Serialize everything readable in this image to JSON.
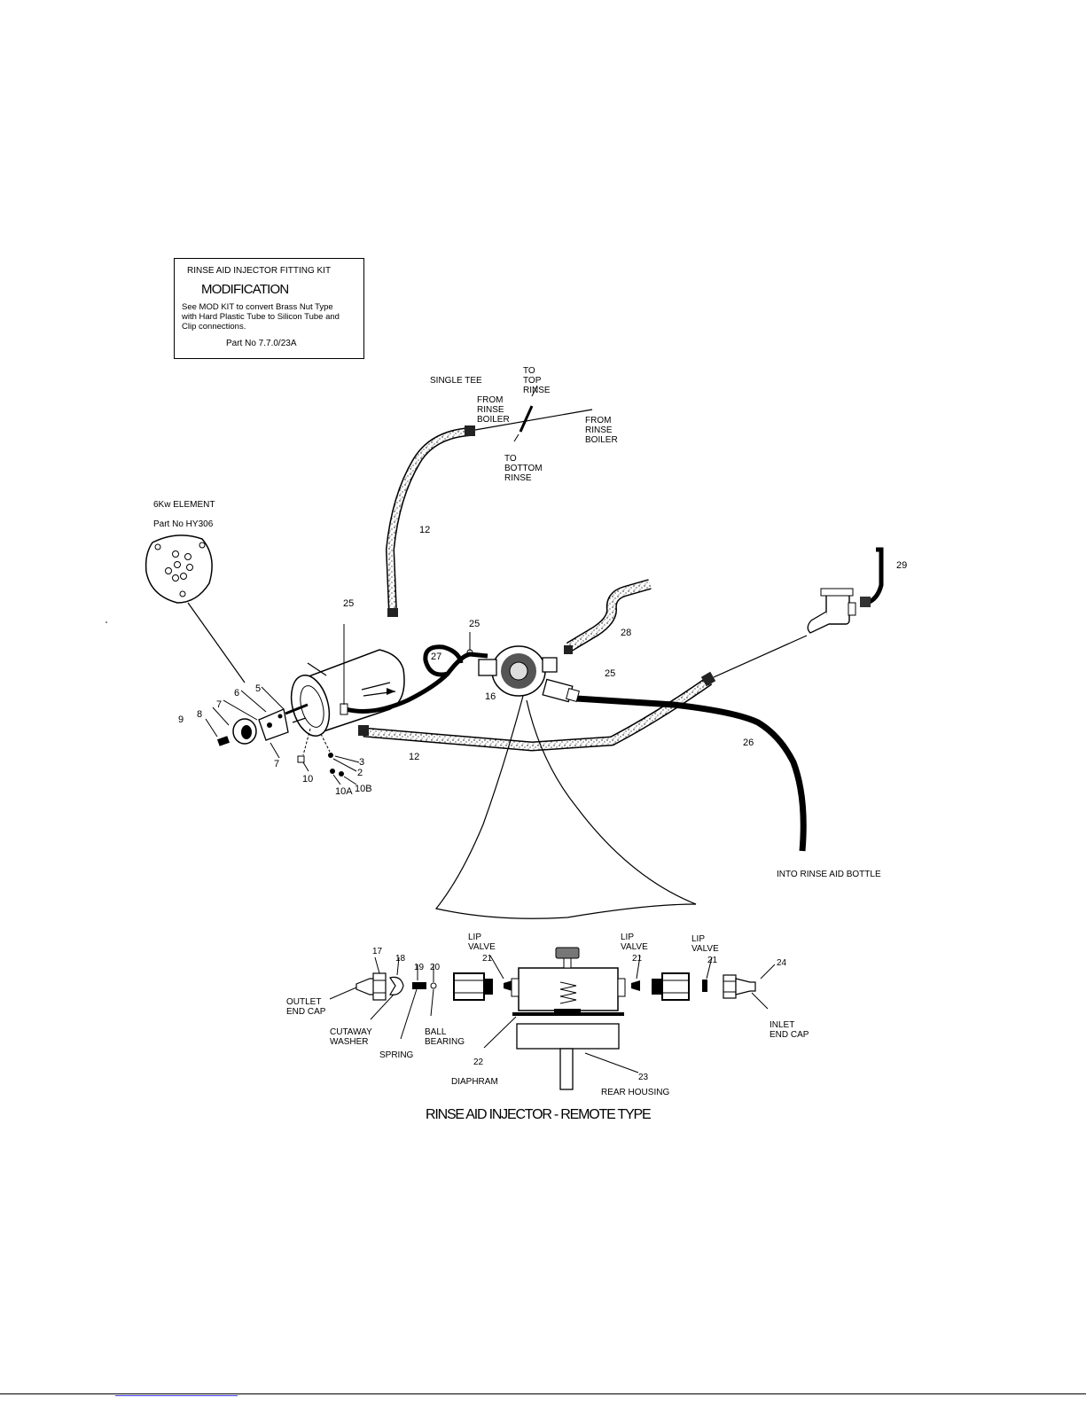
{
  "kit_box": {
    "title": "RINSE AID INJECTOR FITTING KIT",
    "heading": "MODIFICATION",
    "description": "See MOD KIT to convert Brass Nut Type\nwith Hard Plastic Tube to Silicon Tube and\nClip connections.",
    "part_no": "Part No  7.7.0/23A"
  },
  "element": {
    "name": "6Kw ELEMENT",
    "part_no": "Part No HY306"
  },
  "tee": {
    "single_tee": "SINGLE TEE",
    "to_top_rinse": "TO\nTOP\nRINSE",
    "from_rinse_boiler_left": "FROM\nRINSE\nBOILER",
    "from_rinse_boiler_right": "FROM\nRINSE\nBOILER",
    "to_bottom_rinse": "TO\nBOTTOM\nRINSE"
  },
  "hose_labels": {
    "into_bottle": "INTO RINSE AID BOTTLE"
  },
  "part_numbers": {
    "p2": "2",
    "p3": "3",
    "p5": "5",
    "p6": "6",
    "p7a": "7",
    "p7b": "7",
    "p8": "8",
    "p9": "9",
    "p10": "10",
    "p10a": "10A",
    "p10b": "10B",
    "p12a": "12",
    "p12b": "12",
    "p16": "16",
    "p25a": "25",
    "p25b": "25",
    "p25c": "25",
    "p26": "26",
    "p27": "27",
    "p28": "28",
    "p29": "29"
  },
  "injector": {
    "title": "RINSE AID INJECTOR - REMOTE TYPE",
    "lip_valve_1": "LIP\nVALVE",
    "lip_valve_2": "LIP\nVALVE",
    "lip_valve_3": "LIP\nVALVE",
    "n17": "17",
    "n18": "18",
    "n19": "19",
    "n20": "20",
    "n21a": "21",
    "n21b": "21",
    "n21c": "21",
    "n22": "22",
    "n23": "23",
    "n24": "24",
    "outlet_end_cap": "OUTLET\nEND CAP",
    "cutaway_washer": "CUTAWAY\nWASHER",
    "spring": "SPRING",
    "ball_bearing": "BALL\nBEARING",
    "diaphram": "DIAPHRAM",
    "rear_housing": "REAR HOUSING",
    "inlet_end_cap": "INLET\nEND CAP"
  }
}
